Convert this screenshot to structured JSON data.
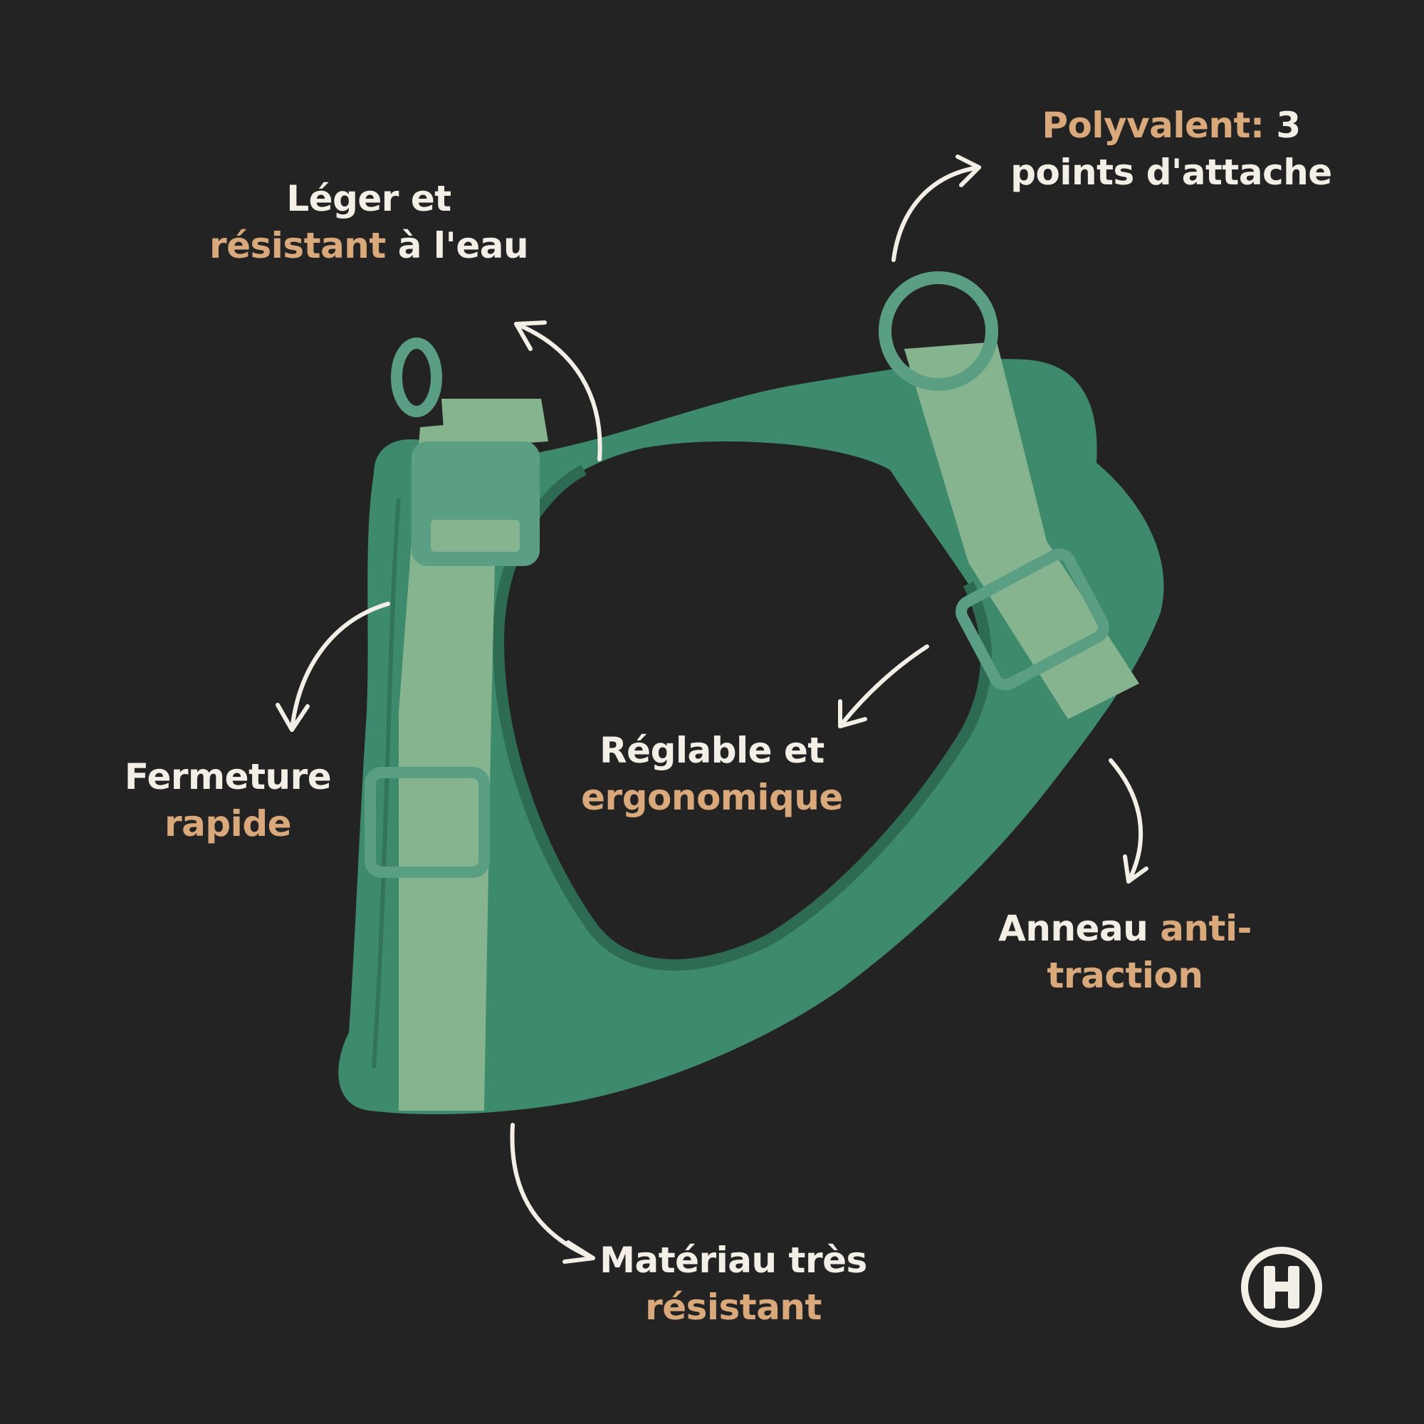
{
  "colors": {
    "background": "#232323",
    "text": "#f3efe6",
    "highlight": "#d9a97c",
    "harness": "#3e8a6c",
    "harness_dark": "#2d6b53",
    "strap": "#86b48e",
    "buckle": "#5a9e84"
  },
  "features": {
    "polyvalent": {
      "highlight": "Polyvalent:",
      "text1": " 3",
      "text2": "points d'attache"
    },
    "leger": {
      "text1": "Léger et",
      "highlight": "résistant",
      "text2": " à l'eau"
    },
    "fermeture": {
      "text1": "Fermeture",
      "highlight": "rapide"
    },
    "reglable": {
      "text1": "Réglable et",
      "highlight": "ergonomique"
    },
    "anneau": {
      "text1": "Anneau ",
      "highlight1": "anti-",
      "highlight2": "traction"
    },
    "materiau": {
      "text1": "Matériau très",
      "highlight": "résistant"
    }
  },
  "logo": {
    "icon": "h-circle-logo"
  }
}
